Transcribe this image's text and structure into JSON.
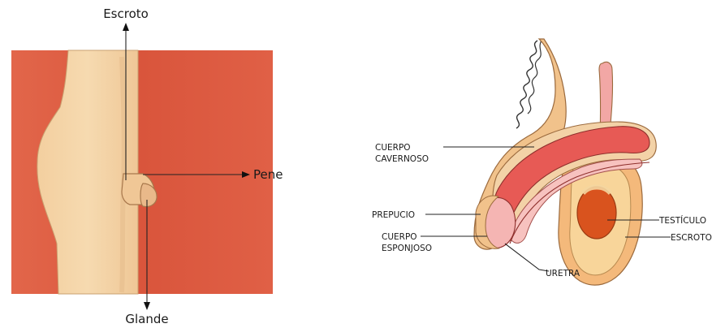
{
  "left_figure": {
    "labels": {
      "escroto": "Escroto",
      "pene": "Pene",
      "glande": "Glande"
    }
  },
  "right_figure": {
    "labels": {
      "cuerpo_cavernoso_line1": "CUERPO",
      "cuerpo_cavernoso_line2": "CAVERNOSO",
      "prepucio": "PREPUCIO",
      "cuerpo_esponjoso_line1": "CUERPO",
      "cuerpo_esponjoso_line2": "ESPONJOSO",
      "uretra": "URETRA",
      "testiculo": "TESTÍCULO",
      "escroto": "ESCROTO"
    }
  },
  "colors": {
    "background_red": "#d9553c",
    "skin": "#f1c99a",
    "skin_dark": "#c9905e",
    "cavernoso_red": "#e75a55",
    "esponjoso_pink": "#f7c2bf",
    "testicle": "#d9531e",
    "scrotum_yellow": "#f6c883"
  }
}
